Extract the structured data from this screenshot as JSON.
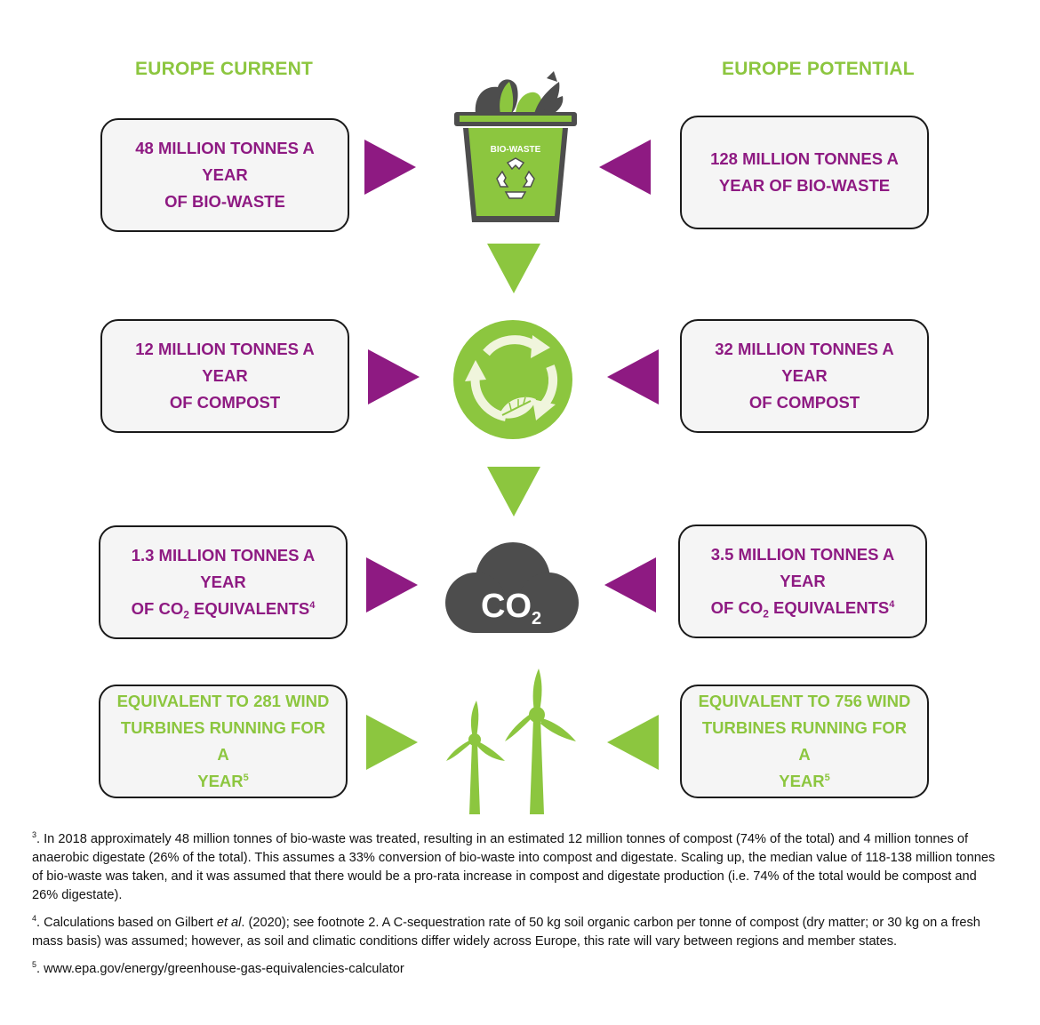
{
  "headings": {
    "left": "EUROPE CURRENT",
    "right": "EUROPE POTENTIAL"
  },
  "rows": [
    {
      "left": {
        "line1": "48 MILLION TONNES A YEAR",
        "line2": "OF BIO-WASTE"
      },
      "right": {
        "line1": "128 MILLION TONNES A",
        "line2": "YEAR OF BIO-WASTE"
      },
      "icon": "bio-waste-bin-icon"
    },
    {
      "left": {
        "line1": "12 MILLION TONNES A YEAR",
        "line2": "OF COMPOST"
      },
      "right": {
        "line1": "32 MILLION TONNES A YEAR",
        "line2": "OF COMPOST"
      },
      "icon": "compost-cycle-icon"
    },
    {
      "left": {
        "line1": "1.3 MILLION TONNES A YEAR",
        "line2a": "OF CO",
        "sub": "2",
        "line2b": " EQUIVALENTS",
        "sup": "4"
      },
      "right": {
        "line1": "3.5 MILLION TONNES A YEAR",
        "line2a": "OF CO",
        "sub": "2",
        "line2b": " EQUIVALENTS",
        "sup": "4"
      },
      "icon": "co2-cloud-icon"
    },
    {
      "left": {
        "line1": "EQUIVALENT TO 281 WIND",
        "line2": "TURBINES RUNNING FOR A",
        "line3": "YEAR",
        "sup": "5"
      },
      "right": {
        "line1": "EQUIVALENT TO 756 WIND",
        "line2": "TURBINES RUNNING FOR A",
        "line3": "YEAR",
        "sup": "5"
      },
      "icon": "wind-turbines-icon"
    }
  ],
  "bin_label": "BIO-WASTE",
  "co2_label": "CO",
  "co2_sub": "2",
  "footnotes": [
    {
      "num": "3",
      "text": ". In 2018 approximately 48 million tonnes of bio-waste was treated, resulting in an estimated 12 million tonnes of compost (74% of the total) and 4 million tonnes of anaerobic digestate (26% of the total). This assumes a 33% conversion of bio-waste into compost and digestate. Scaling up, the median value of 118-138 million tonnes of bio-waste was taken, and it was assumed that there would be a pro-rata increase in compost and digestate production (i.e. 74% of the total would be compost and 26% digestate)."
    },
    {
      "num": "4",
      "text_a": ". Calculations based on Gilbert ",
      "text_em": "et al",
      "text_b": ". (2020); see footnote 2. A C-sequestration rate of 50 kg soil organic carbon per tonne of compost (dry matter; or 30 kg on a fresh mass basis) was assumed; however, as soil and climatic conditions differ widely across Europe, this rate will vary between regions and member states."
    },
    {
      "num": "5",
      "text": ". www.epa.gov/energy/greenhouse-gas-equivalencies-calculator"
    }
  ],
  "colors": {
    "green": "#8cc63f",
    "purple": "#8e1a82",
    "dark": "#4d4d4d",
    "box_fill": "#f5f5f5"
  }
}
